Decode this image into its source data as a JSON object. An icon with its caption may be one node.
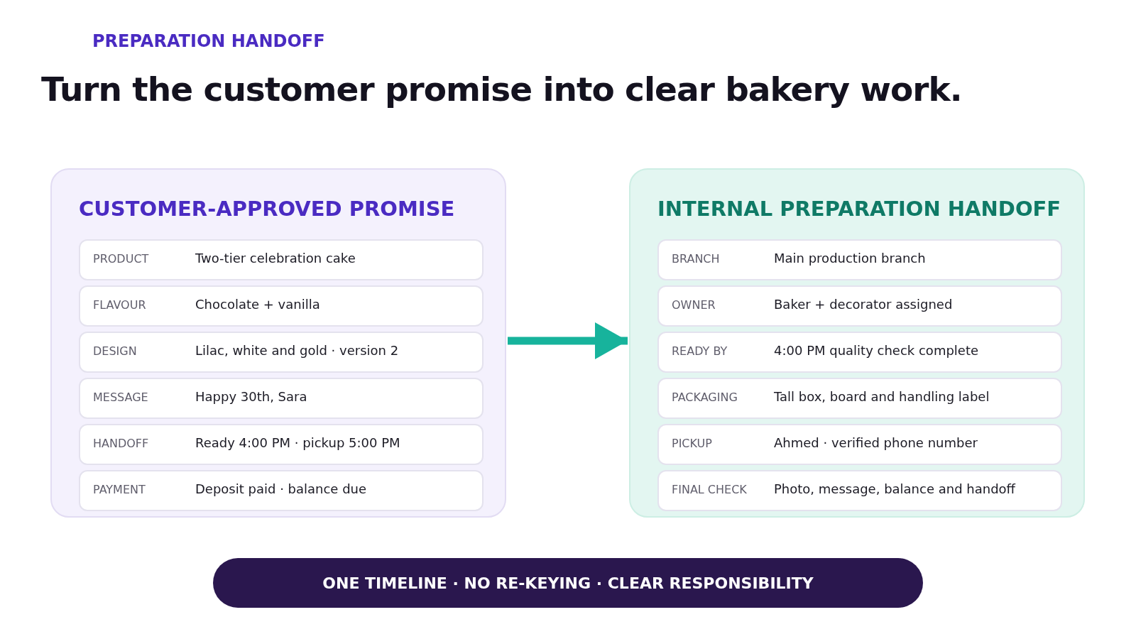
{
  "diagram": {
    "title": "Turn the customer promise into clear bakery work.",
    "nodes": [
      {
        "text": [
          "CUSTOMER-APPROVED PROMISE"
        ]
      },
      {
        "text": [
          "PRODUCT",
          "Two-tier celebration cake"
        ],
        "in": 0
      },
      {
        "text": [
          "FLAVOUR",
          "Chocolate + vanilla"
        ],
        "in": 0
      },
      {
        "text": [
          "DESIGN",
          "Lilac, white and gold · version 2"
        ],
        "in": 0
      },
      {
        "text": [
          "MESSAGE",
          "Happy 30th, Sara"
        ],
        "in": 0
      },
      {
        "text": [
          "HANDOFF",
          "Ready 4:00 PM · pickup 5:00 PM"
        ],
        "in": 0
      },
      {
        "text": [
          "PAYMENT",
          "Deposit paid · balance due"
        ],
        "in": 0
      },
      {
        "text": [
          "INTERNAL PREPARATION HANDOFF"
        ]
      },
      {
        "text": [
          "BRANCH",
          "Main production branch"
        ],
        "in": 7
      },
      {
        "text": [
          "OWNER",
          "Baker + decorator assigned"
        ],
        "in": 7
      },
      {
        "text": [
          "READY BY",
          "4:00 PM quality check complete"
        ],
        "in": 7
      },
      {
        "text": [
          "PACKAGING",
          "Tall box, board and handling label"
        ],
        "in": 7
      },
      {
        "text": [
          "PICKUP",
          "Ahmed · verified phone number"
        ],
        "in": 7
      },
      {
        "text": [
          "FINAL CHECK",
          "Photo, message, balance and handoff"
        ],
        "in": 7
      },
      {
        "text": [
          "ONE TIMELINE · NO RE-KEYING · CLEAR RESPONSIBILITY"
        ]
      }
    ],
    "edges": [
      {
        "from": 0,
        "to": 7,
        "arrow": "to"
      }
    ],
    "labels": [
      "PREPARATION HANDOFF"
    ]
  }
}
